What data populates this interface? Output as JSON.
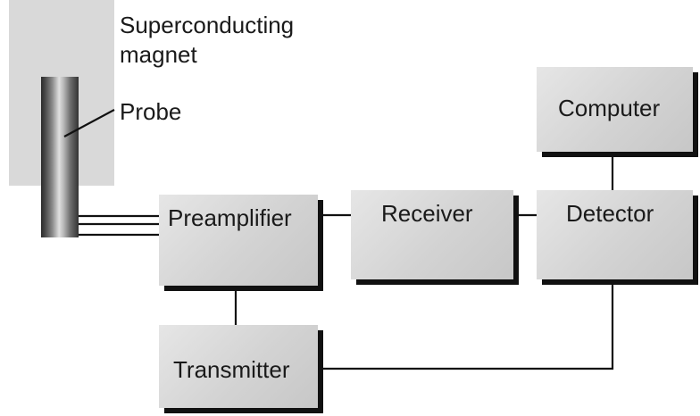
{
  "labels": {
    "magnet_line1": "Superconducting",
    "magnet_line2": "magnet",
    "probe": "Probe",
    "preamplifier": "Preamplifier",
    "receiver": "Receiver",
    "detector": "Detector",
    "computer": "Computer",
    "transmitter": "Transmitter"
  },
  "colors": {
    "magnet_fill": "#d9d9d9",
    "box_fill": "#d3d3d3",
    "box_shadow": "#111111",
    "wire": "#111111"
  }
}
